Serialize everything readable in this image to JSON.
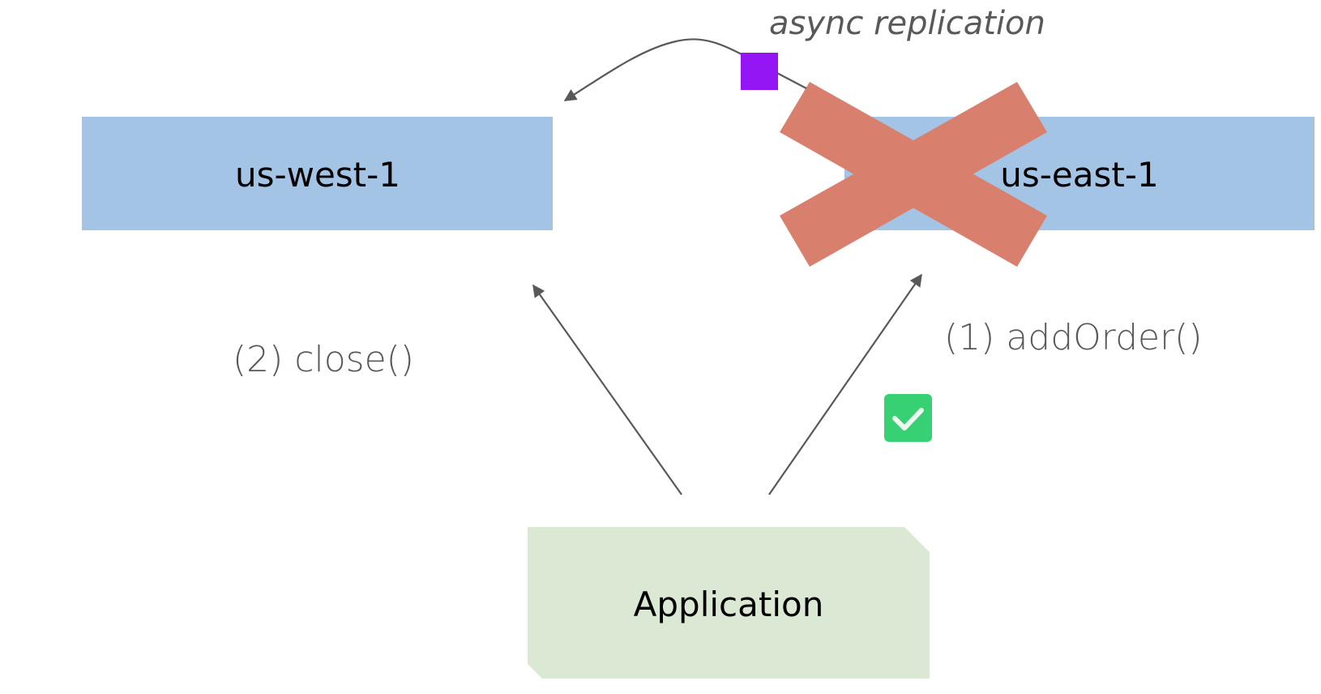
{
  "diagram": {
    "regions": [
      {
        "id": "us-west-1",
        "label": "us-west-1",
        "status": "active"
      },
      {
        "id": "us-east-1",
        "label": "us-east-1",
        "status": "failed"
      }
    ],
    "application": {
      "label": "Application"
    },
    "replication": {
      "label": "async replication",
      "from": "us-east-1",
      "to": "us-west-1",
      "in_flight_marker": "purple-square"
    },
    "calls": [
      {
        "order": 1,
        "label": "(1) addOrder()",
        "target": "us-east-1",
        "result": "success"
      },
      {
        "order": 2,
        "label": "(2) close()",
        "target": "us-west-1"
      }
    ],
    "colors": {
      "region_fill": "#a4c4e6",
      "application_fill": "#dbe9d4",
      "failure_x": "#d97f6e",
      "replication_marker": "#9416f5",
      "success_check": "#37d174",
      "arrow": "#595959",
      "label_text": "#595959"
    }
  }
}
